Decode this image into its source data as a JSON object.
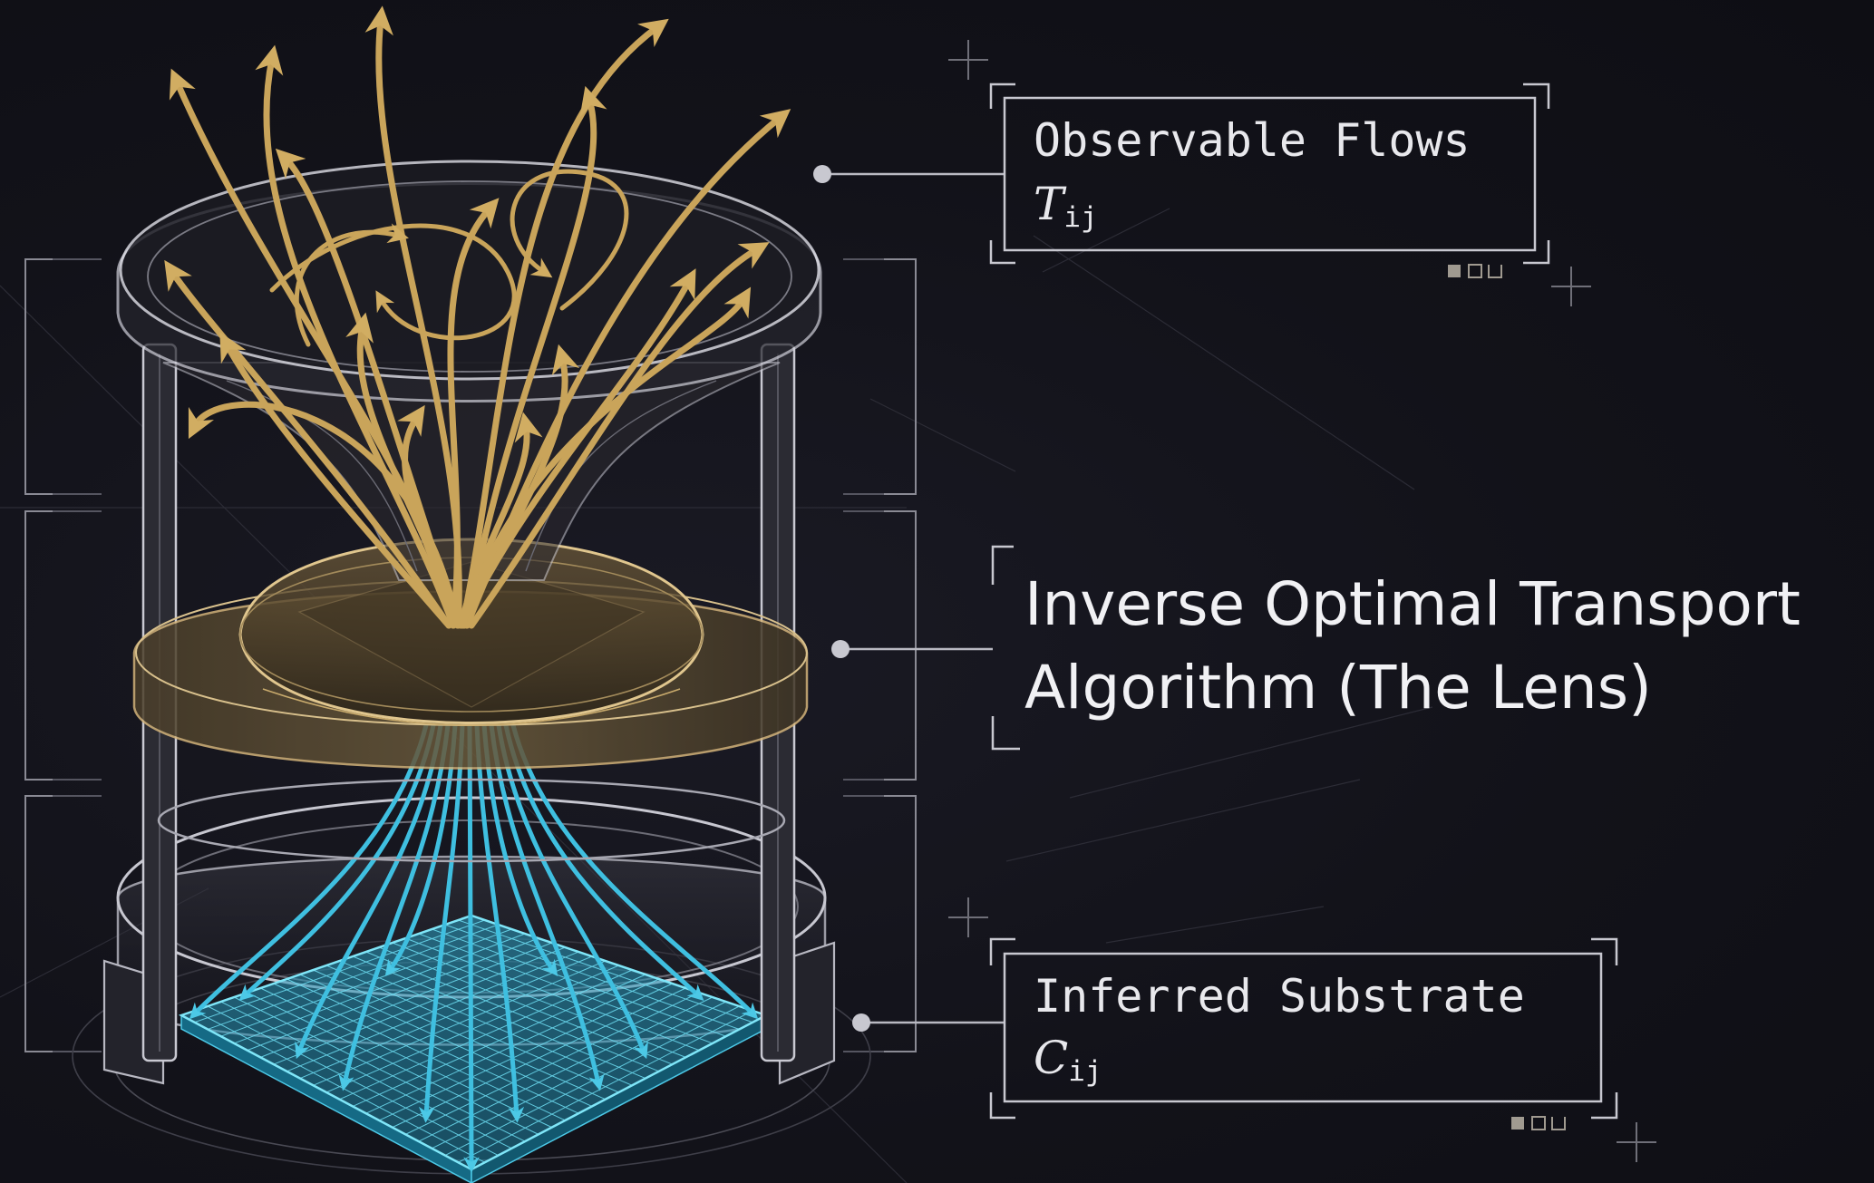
{
  "labels": {
    "observable": {
      "title": "Observable Flows",
      "symbol": "T",
      "subscript": "ij"
    },
    "lens": {
      "line1": "Inverse Optimal Transport",
      "line2": "Algorithm (The Lens)"
    },
    "substrate": {
      "title": "Inferred Substrate",
      "symbol": "C",
      "subscript": "ij"
    }
  },
  "colors": {
    "background": "#12121a",
    "gold": "#c9a45a",
    "cyan": "#35b7d6",
    "line": "#b9b9c2",
    "text": "#e8e8ec"
  }
}
